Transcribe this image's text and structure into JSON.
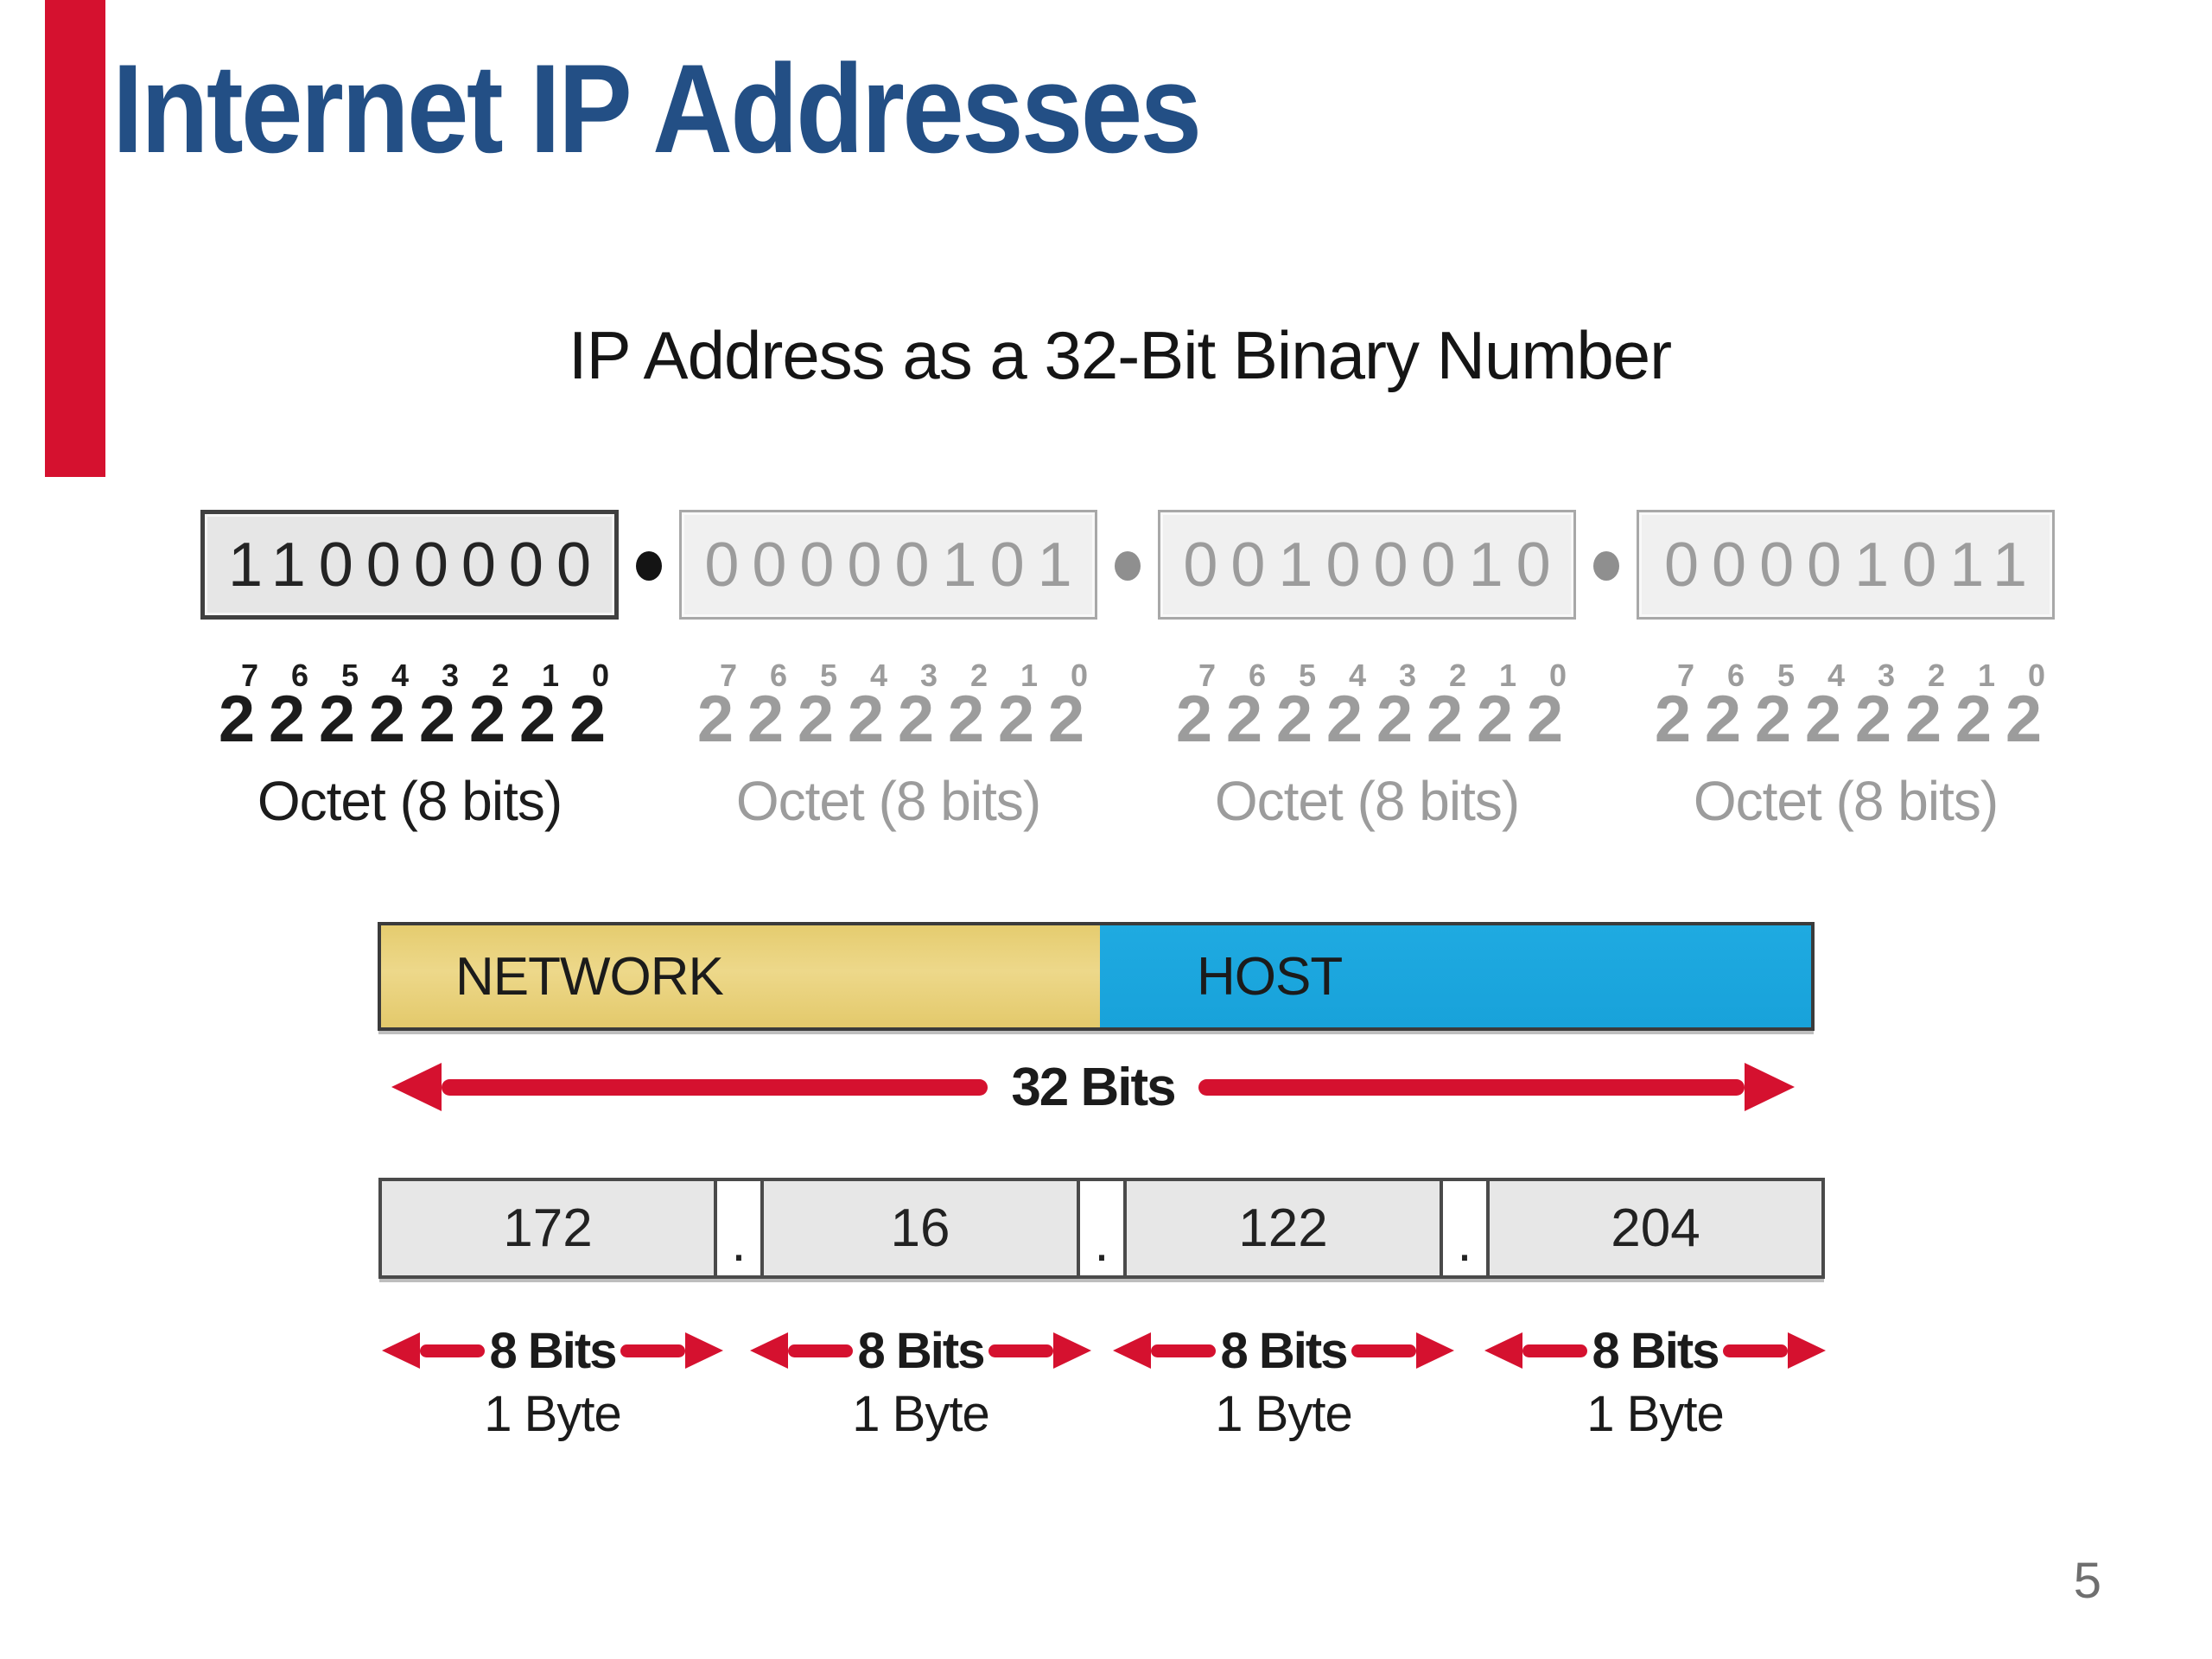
{
  "slide": {
    "title": "Internet IP Addresses",
    "diagram_title": "IP Address as a 32-Bit Binary Number",
    "page_number": "5"
  },
  "binary_row": {
    "octets": [
      {
        "bits": "11000000",
        "octet_label": "Octet (8 bits)"
      },
      {
        "bits": "00000101",
        "octet_label": "Octet (8 bits)"
      },
      {
        "bits": "00100010",
        "octet_label": "Octet (8 bits)"
      },
      {
        "bits": "00001011",
        "octet_label": "Octet (8 bits)"
      }
    ],
    "power_base": "2",
    "power_exponents": [
      "7",
      "6",
      "5",
      "4",
      "3",
      "2",
      "1",
      "0"
    ]
  },
  "network_host_bar": {
    "network_label": "NETWORK",
    "host_label": "HOST"
  },
  "width_arrow": {
    "label": "32 Bits"
  },
  "decimal_row": {
    "values": [
      "172",
      "16",
      "122",
      "204"
    ],
    "separator": "."
  },
  "byte_arrows": {
    "bits_label": "8 Bits",
    "byte_label": "1 Byte"
  },
  "colors": {
    "accent_red": "#D5112F",
    "title_blue": "#234F85",
    "network_yellow": "#E8D078",
    "host_blue": "#1BA6DE"
  }
}
